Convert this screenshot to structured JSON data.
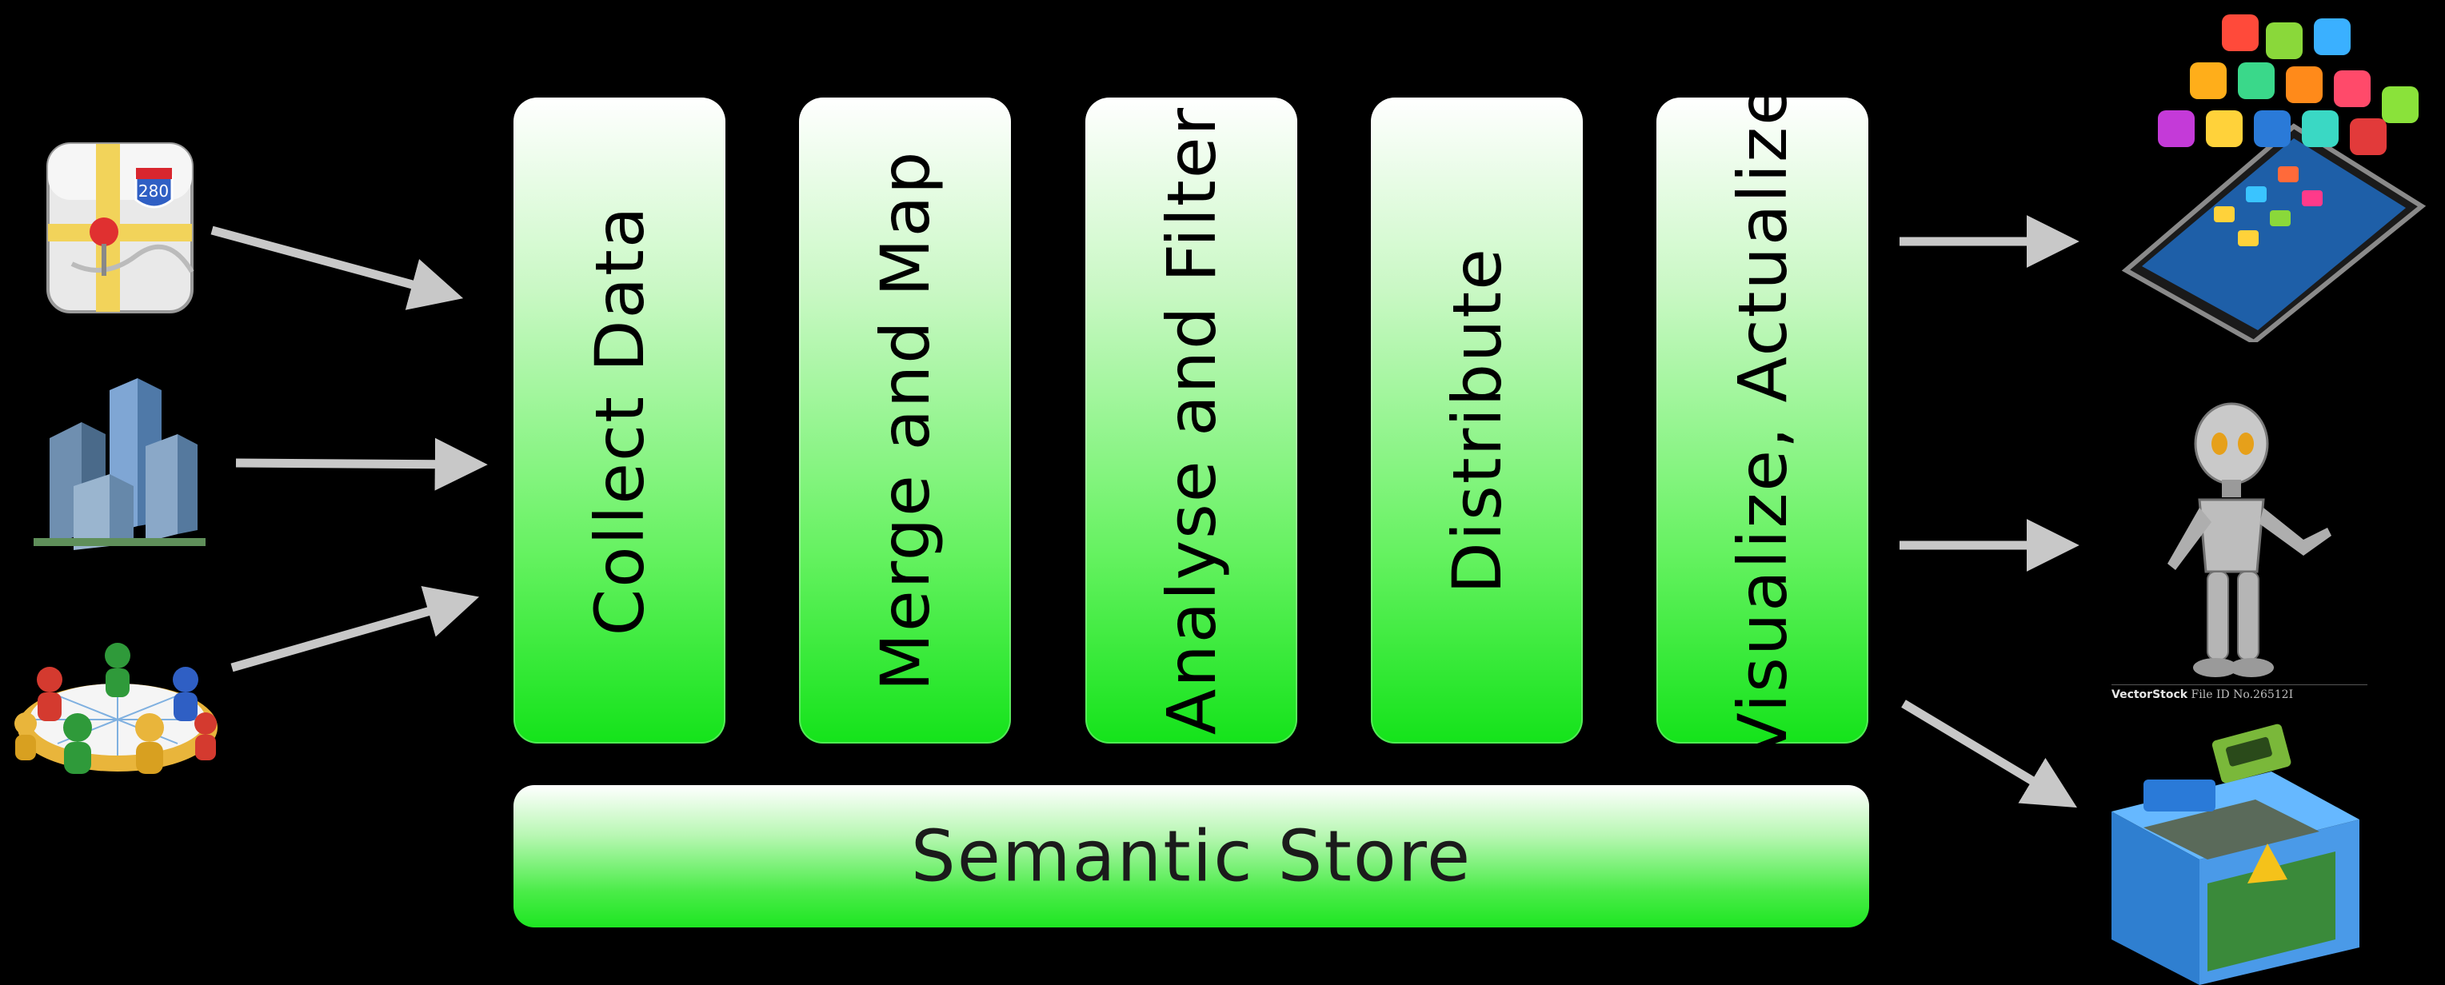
{
  "pipeline": {
    "stages": [
      {
        "label": "Collect Data"
      },
      {
        "label": "Merge and Map"
      },
      {
        "label": "Analyse and Filter"
      },
      {
        "label": "Distribute"
      },
      {
        "label": "Visualize, Actualize"
      }
    ],
    "store": {
      "label": "Semantic Store"
    }
  },
  "inputs": {
    "map_icon": {
      "sign_number": "280"
    }
  },
  "outputs": {
    "watermark": {
      "brand": "VectorStock",
      "file_id": "File ID No.26512I"
    }
  },
  "colors": {
    "background": "#000000",
    "pillar_top": "#ffffff",
    "pillar_bottom": "#14e31a",
    "arrow": "#c8c8c8"
  }
}
